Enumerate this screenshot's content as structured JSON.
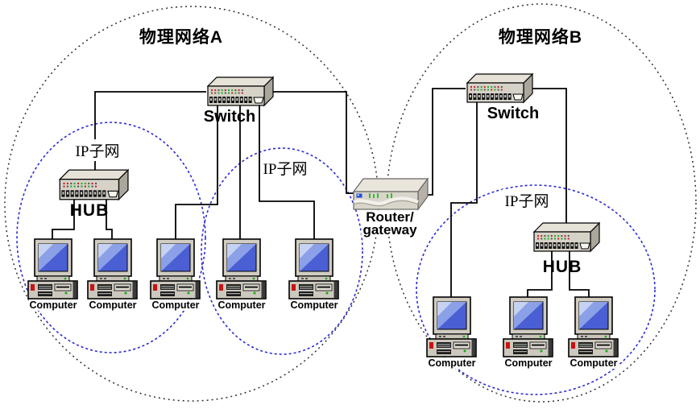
{
  "networks": {
    "a": {
      "label": "物理网络A"
    },
    "b": {
      "label": "物理网络B"
    }
  },
  "devices": {
    "switch_a": "Switch",
    "switch_b": "Switch",
    "hub_a": "HUB",
    "hub_b": "HUB",
    "router_line1": "Router/",
    "router_line2": "gateway"
  },
  "subnets": [
    {
      "label": "IP子网"
    },
    {
      "label": "IP子网"
    },
    {
      "label": "IP子网"
    }
  ],
  "computers": [
    {
      "label": "Computer"
    },
    {
      "label": "Computer"
    },
    {
      "label": "Computer"
    },
    {
      "label": "Computer"
    },
    {
      "label": "Computer"
    },
    {
      "label": "Computer"
    },
    {
      "label": "Computer"
    },
    {
      "label": "Computer"
    }
  ],
  "colors": {
    "physical_network_outline": "#303030",
    "ip_subnet_outline": "#2a2ad2",
    "connection_line": "#000000"
  }
}
